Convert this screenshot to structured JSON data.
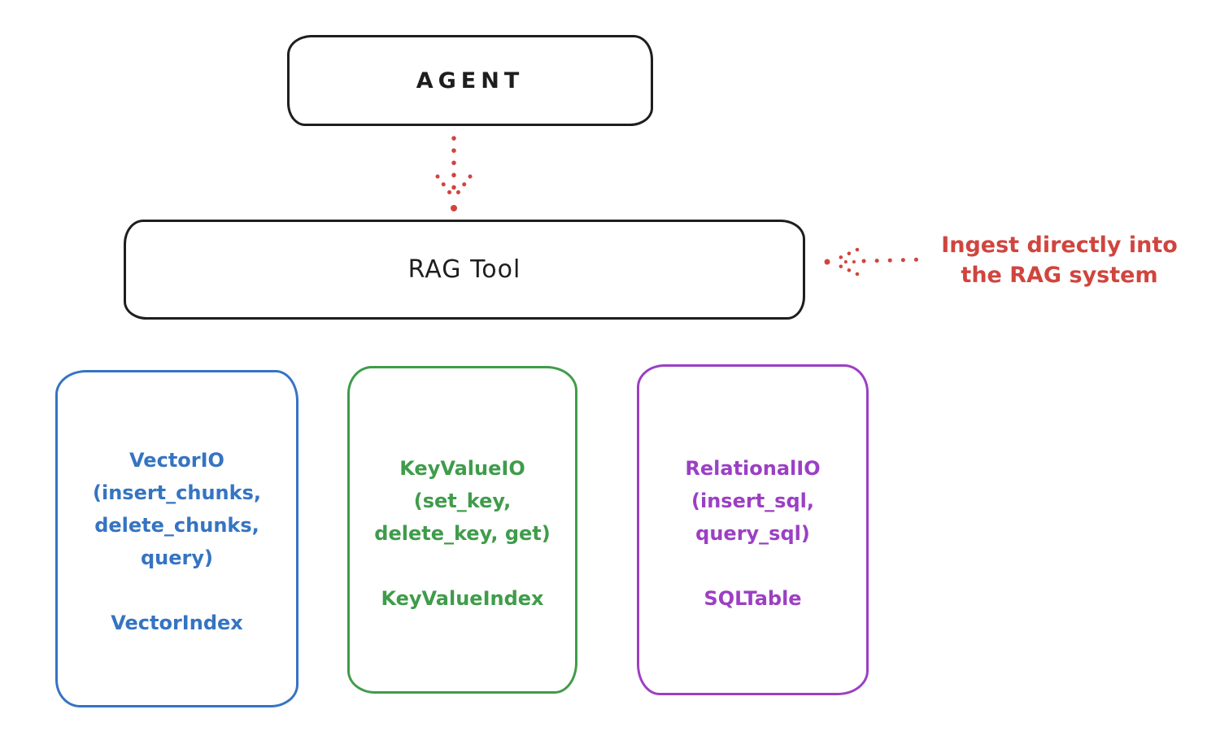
{
  "colors": {
    "ink": "#1e1e1e",
    "red": "#d0453e",
    "blue": "#3574c2",
    "green": "#3f9c4a",
    "purple": "#9c3fc4",
    "background": "#ffffff"
  },
  "agent": {
    "label": "AGENT"
  },
  "rag_tool": {
    "label": "RAG Tool"
  },
  "annotation": {
    "line1": "Ingest directly into",
    "line2": "the RAG system"
  },
  "backends": [
    {
      "name": "vector-io",
      "color": "#3574c2",
      "lines": [
        "VectorIO",
        "(insert_chunks,",
        "delete_chunks,",
        "query)"
      ],
      "index_label": "VectorIndex"
    },
    {
      "name": "keyvalue-io",
      "color": "#3f9c4a",
      "lines": [
        "KeyValueIO",
        "(set_key,",
        "delete_key, get)"
      ],
      "index_label": "KeyValueIndex"
    },
    {
      "name": "relational-io",
      "color": "#9c3fc4",
      "lines": [
        "RelationalIO",
        "(insert_sql,",
        "query_sql)"
      ],
      "index_label": "SQLTable"
    }
  ]
}
